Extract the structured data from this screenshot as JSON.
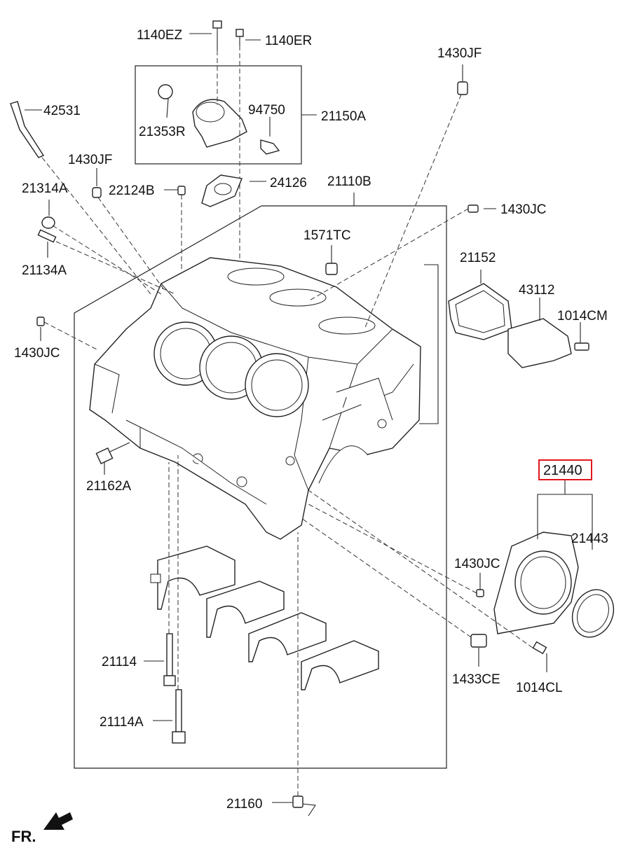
{
  "labels": {
    "p1140EZ": "1140EZ",
    "p1140ER": "1140ER",
    "p1430JF_top": "1430JF",
    "p42531": "42531",
    "p94750": "94750",
    "p21353R": "21353R",
    "p21150A": "21150A",
    "p1430JF_left": "1430JF",
    "p21314A": "21314A",
    "p22124B": "22124B",
    "p24126": "24126",
    "p21110B": "21110B",
    "p1430JC_right": "1430JC",
    "p1571TC": "1571TC",
    "p21134A": "21134A",
    "p21152": "21152",
    "p43112": "43112",
    "p1014CM": "1014CM",
    "p1430JC_left": "1430JC",
    "p21440": "21440",
    "p21162A": "21162A",
    "p21443": "21443",
    "p1430JC_low": "1430JC",
    "p21114": "21114",
    "p1433CE": "1433CE",
    "p1014CL": "1014CL",
    "p21114A": "21114A",
    "p21160": "21160",
    "fr": "FR."
  },
  "highlight_color": "#e0161e"
}
